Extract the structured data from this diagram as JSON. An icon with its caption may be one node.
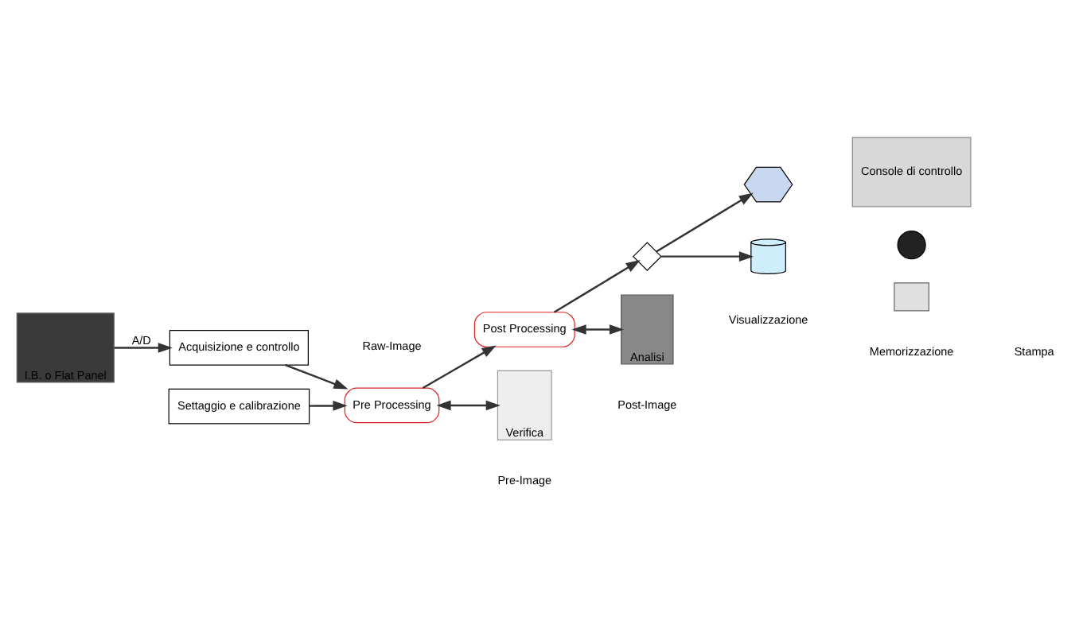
{
  "diagram": {
    "nodes": [
      {
        "text": [
          "I.B. o Flat Panel"
        ]
      },
      {
        "text": [
          "Acquisizione e controllo"
        ]
      },
      {
        "text": [
          "Settaggio e calibrazione"
        ]
      },
      {
        "text": [
          "Pre Processing"
        ]
      },
      {
        "text": [
          "Post Processing"
        ]
      },
      {
        "text": [],
        "shape": "diamond"
      },
      {
        "text": [],
        "shape": "hexagon"
      },
      {
        "text": [],
        "shape": "cylinder"
      },
      {
        "text": [
          "Console di controllo"
        ]
      },
      {
        "text": [
          "Verifica"
        ]
      },
      {
        "text": [
          "Analisi"
        ]
      },
      {
        "text": [],
        "shape": "circle"
      },
      {
        "text": [],
        "shape": "box"
      }
    ],
    "edges": [
      {
        "from": 0,
        "to": 1,
        "arrow": "to",
        "label": "A/D"
      },
      {
        "from": 1,
        "to": 3,
        "arrow": "to"
      },
      {
        "from": 2,
        "to": 3,
        "arrow": "to"
      },
      {
        "from": 3,
        "to": 4,
        "arrow": "to"
      },
      {
        "from": 3,
        "to": 9,
        "arrow": "both"
      },
      {
        "from": 4,
        "to": 10,
        "arrow": "both"
      },
      {
        "from": 4,
        "to": 5,
        "arrow": "to"
      },
      {
        "from": 5,
        "to": 6,
        "arrow": "to"
      },
      {
        "from": 5,
        "to": 7,
        "arrow": "to"
      }
    ],
    "labels": [
      "Raw-Image",
      "Pre-Image",
      "Post-Image",
      "Visualizzazione",
      "Memorizzazione",
      "Stampa"
    ]
  }
}
